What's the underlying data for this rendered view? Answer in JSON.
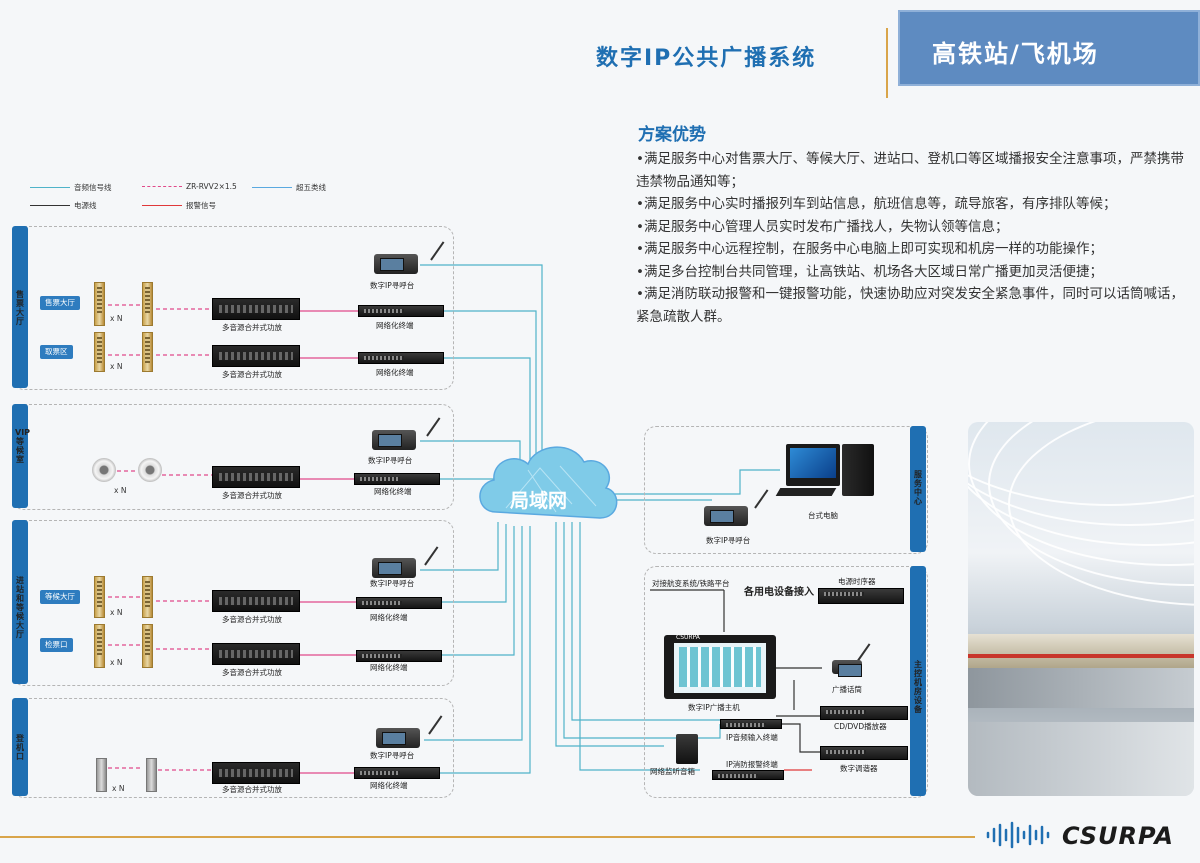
{
  "header": {
    "title": "数字IP公共广播系统",
    "banner": "高铁站/飞机场"
  },
  "advantages": {
    "title": "方案优势",
    "items": [
      "•满足服务中心对售票大厅、等候大厅、进站口、登机口等区域播报安全注意事项，严禁携带违禁物品通知等；",
      "•满足服务中心实时播报列车到站信息，航班信息等，疏导旅客，有序排队等候；",
      "•满足服务中心管理人员实时发布广播找人，失物认领等信息；",
      "•满足服务中心远程控制，在服务中心电脑上即可实现和机房一样的功能操作；",
      "•满足多台控制台共同管理，让高铁站、机场各大区域日常广播更加灵活便捷；",
      "•满足消防联动报警和一键报警功能，快速协助应对突发安全紧急事件，同时可以话筒喊话，紧急疏散人群。"
    ]
  },
  "legend": {
    "audio": "音频信号线",
    "cable": "ZR-RVV2×1.5",
    "cat5": "超五类线",
    "power": "电源线",
    "alarm": "报警信号"
  },
  "colors": {
    "accent": "#1f6fb2",
    "gold": "#d9a54a",
    "audio_line": "#4fb3c9",
    "cable_line": "#e04a8a",
    "cat5_line": "#5aa9e0",
    "power_line": "#333333",
    "alarm_line": "#e0383a"
  },
  "regions": {
    "ticket_hall": "售票大厅",
    "vip": "VIP等候室",
    "entrance": "进站和等候大厅",
    "boarding": "登机口",
    "service_center": "服务中心",
    "control_room": "主控机房设备"
  },
  "zones": {
    "ticket": "售票大厅",
    "pickup": "取票区",
    "waiting": "等候大厅",
    "checkin": "检票口"
  },
  "devices": {
    "call_station": "数字IP寻呼台",
    "amplifier": "多音源合并式功放",
    "terminal": "网络化终端",
    "terminal_alt": "网络化终端",
    "multiplier": "x N",
    "cloud": "局域网",
    "desktop": "台式电脑",
    "service_call_station": "数字IP寻呼台",
    "aviation_link": "对接航变系统/铁路平台",
    "backup_power": "各用电设备接入",
    "timer": "电源时序器",
    "host": "数字IP广播主机",
    "host_screen_brand": "CSURPA",
    "broadcast_mic": "广播话筒",
    "cd_player": "CD/DVD播放器",
    "audio_input": "IP音频输入终端",
    "tuner": "数字调谐器",
    "monitor_speaker": "网络监听音箱",
    "fire_alarm": "IP消防报警终端"
  },
  "footer": {
    "logo": "CSURPA"
  }
}
